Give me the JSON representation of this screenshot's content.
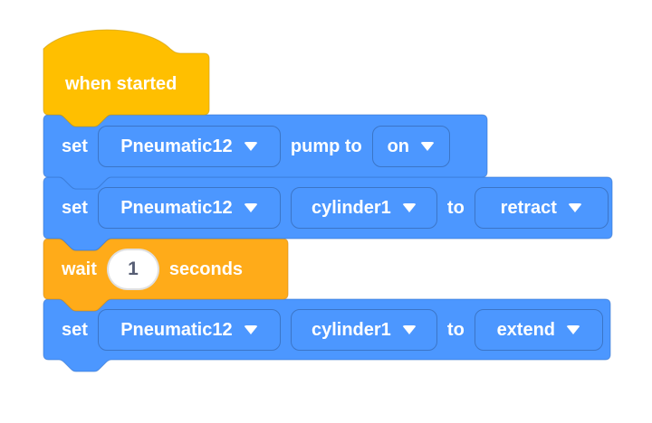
{
  "app": "block-code-editor",
  "colors": {
    "event": "#FFBF00",
    "event_border": "#CC9900",
    "control": "#FFAB19",
    "control_border": "#CF8B17",
    "device": "#4C97FF",
    "device_border": "#3373CC",
    "input_text": "#575E75",
    "label_text": "#FFFFFF"
  },
  "blocks": [
    {
      "name": "when-started",
      "type": "hat",
      "category": "event",
      "text": "when started"
    },
    {
      "name": "set-pump",
      "type": "stack",
      "category": "device",
      "set": "set",
      "device": "Pneumatic12",
      "pump_to": "pump to",
      "state": "on"
    },
    {
      "name": "set-cylinder-retract",
      "type": "stack",
      "category": "device",
      "set": "set",
      "device": "Pneumatic12",
      "cylinder": "cylinder1",
      "to": "to",
      "state": "retract"
    },
    {
      "name": "wait",
      "type": "stack",
      "category": "control",
      "wait": "wait",
      "duration": "1",
      "seconds": "seconds"
    },
    {
      "name": "set-cylinder-extend",
      "type": "stack",
      "category": "device",
      "set": "set",
      "device": "Pneumatic12",
      "cylinder": "cylinder1",
      "to": "to",
      "state": "extend"
    }
  ]
}
